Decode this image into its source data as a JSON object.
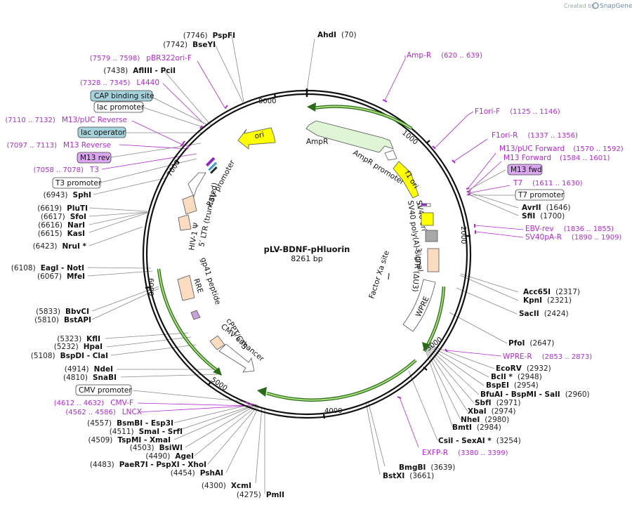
{
  "brand": {
    "created_by": "Created by",
    "app": "SnapGene"
  },
  "plasmid": {
    "name": "pLV-BDNF-pHluorin",
    "size": "8261 bp"
  },
  "ticks": [
    "1000",
    "2000",
    "3000",
    "4000",
    "5000",
    "6000",
    "7000",
    "8000"
  ],
  "sites": [
    {
      "name": "AhdI",
      "pos": "(70)"
    },
    {
      "name": "AvrII",
      "pos": "(1646)"
    },
    {
      "name": "SfiI",
      "pos": "(1700)"
    },
    {
      "name": "Acc65I",
      "pos": "(2317)"
    },
    {
      "name": "KpnI",
      "pos": "(2321)"
    },
    {
      "name": "SacII",
      "pos": "(2424)"
    },
    {
      "name": "PfoI",
      "pos": "(2647)"
    },
    {
      "name": "EcoRV",
      "pos": "(2932)"
    },
    {
      "name": "BclI *",
      "pos": "(2948)"
    },
    {
      "name": "BspEI",
      "pos": "(2954)"
    },
    {
      "name": "BfuAI - BspMI - SalI",
      "pos": "(2960)"
    },
    {
      "name": "SbfI",
      "pos": "(2971)"
    },
    {
      "name": "XbaI",
      "pos": "(2974)"
    },
    {
      "name": "NheI",
      "pos": "(2980)"
    },
    {
      "name": "BmtI",
      "pos": "(2984)"
    },
    {
      "name": "CsiI - SexAI *",
      "pos": "(3254)"
    },
    {
      "name": "BmgBI",
      "pos": "(3639)"
    },
    {
      "name": "BstXI",
      "pos": "(3661)"
    },
    {
      "name": "PmlI",
      "pos": "(4275)"
    },
    {
      "name": "XcmI",
      "pos": "(4300)"
    },
    {
      "name": "PshAI",
      "pos": "(4454)"
    },
    {
      "name": "PaeR7I - PspXI - XhoI",
      "pos": "(4483)"
    },
    {
      "name": "AgeI",
      "pos": "(4490)"
    },
    {
      "name": "BsiWI",
      "pos": "(4503)"
    },
    {
      "name": "TspMI - XmaI",
      "pos": "(4509)"
    },
    {
      "name": "SmaI - SrfI",
      "pos": "(4511)"
    },
    {
      "name": "BsmBI - Esp3I",
      "pos": "(4557)"
    },
    {
      "name": "SnaBI",
      "pos": "(4810)"
    },
    {
      "name": "NdeI",
      "pos": "(4914)"
    },
    {
      "name": "BspDI - ClaI",
      "pos": "(5108)"
    },
    {
      "name": "HpaI",
      "pos": "(5232)"
    },
    {
      "name": "KflI",
      "pos": "(5323)"
    },
    {
      "name": "BstAPI",
      "pos": "(5810)"
    },
    {
      "name": "BbvCI",
      "pos": "(5833)"
    },
    {
      "name": "MfeI",
      "pos": "(6067)"
    },
    {
      "name": "EagI - NotI",
      "pos": "(6108)"
    },
    {
      "name": "NruI *",
      "pos": "(6423)"
    },
    {
      "name": "KasI",
      "pos": "(6615)"
    },
    {
      "name": "NarI",
      "pos": "(6616)"
    },
    {
      "name": "SfoI",
      "pos": "(6617)"
    },
    {
      "name": "PluTI",
      "pos": "(6619)"
    },
    {
      "name": "SphI",
      "pos": "(6943)"
    },
    {
      "name": "AflIII - PciI",
      "pos": "(7438)"
    },
    {
      "name": "BseYI",
      "pos": "(7742)"
    },
    {
      "name": "PspFI",
      "pos": "(7746)"
    }
  ],
  "primers": [
    {
      "name": "Amp-R",
      "pos": "(620 .. 639)"
    },
    {
      "name": "F1ori-F",
      "pos": "(1125 .. 1146)"
    },
    {
      "name": "F1ori-R",
      "pos": "(1337 .. 1356)"
    },
    {
      "name": "M13/pUC Forward",
      "pos": "(1570 .. 1592)"
    },
    {
      "name": "M13 Forward",
      "pos": "(1584 .. 1601)"
    },
    {
      "name": "T7",
      "pos": "(1611 .. 1630)"
    },
    {
      "name": "EBV-rev",
      "pos": "(1836 .. 1855)"
    },
    {
      "name": "SV40pA-R",
      "pos": "(1890 .. 1909)"
    },
    {
      "name": "WPRE-R",
      "pos": "(2853 .. 2873)"
    },
    {
      "name": "EXFP-R",
      "pos": "(3380 .. 3399)"
    },
    {
      "name": "CMV-F",
      "pos": "(4612 .. 4632)"
    },
    {
      "name": "LNCX",
      "pos": "(4562 .. 4586)"
    },
    {
      "name": "T3",
      "pos": "(7058 .. 7078)"
    },
    {
      "name": "M13 Reverse",
      "pos": "(7097 .. 7113)"
    },
    {
      "name": "M13/pUC Reverse",
      "pos": "(7110 .. 7132)"
    },
    {
      "name": "L4440",
      "pos": "(7328 .. 7345)"
    },
    {
      "name": "pBR322ori-F",
      "pos": "(7579 .. 7598)"
    }
  ],
  "boxed_features": [
    {
      "name": "CAP binding site",
      "color": "#a6d2dc"
    },
    {
      "name": "lac promoter",
      "color": "#ffffff"
    },
    {
      "name": "lac operator",
      "color": "#a6d2dc"
    },
    {
      "name": "M13 rev",
      "color": "#d9a6ef"
    },
    {
      "name": "T3 promoter",
      "color": "#ffffff"
    },
    {
      "name": "M13 fwd",
      "color": "#d9a6ef"
    },
    {
      "name": "T7 promoter",
      "color": "#ffffff"
    },
    {
      "name": "CMV promoter",
      "color": "#ffffff"
    }
  ],
  "map_features": [
    "ori",
    "AmpR",
    "AmpR promoter",
    "f1 ori",
    "SV40 ori",
    "SV40 poly(A) signal",
    "3′ LTR (ΔU3)",
    "WPRE",
    "Factor Xa site",
    "cPPT/CTS",
    "CMV enhancer",
    "gp41 peptide",
    "RRE",
    "HIV-1 Ψ",
    "5′ LTR (truncated)",
    "RSV promoter"
  ],
  "colors": {
    "backbone": "#111111",
    "primer": "#b12ad0",
    "ori": "#ffff00",
    "cds": "#66cc33",
    "ltr": "#fbdcc0",
    "amp": "#dff5d6"
  }
}
